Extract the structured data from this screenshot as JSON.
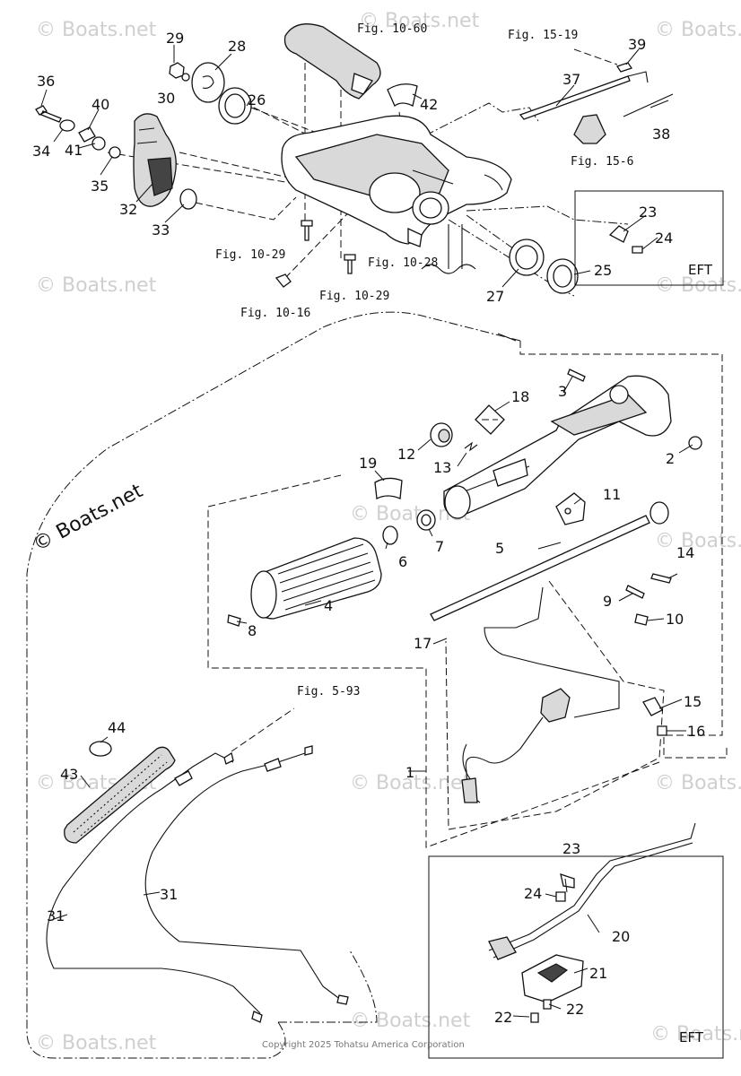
{
  "diagram": {
    "part_numbers": [
      {
        "id": "1",
        "label": "1"
      },
      {
        "id": "2",
        "label": "2"
      },
      {
        "id": "3",
        "label": "3"
      },
      {
        "id": "4",
        "label": "4"
      },
      {
        "id": "5",
        "label": "5"
      },
      {
        "id": "6",
        "label": "6"
      },
      {
        "id": "7",
        "label": "7"
      },
      {
        "id": "8",
        "label": "8"
      },
      {
        "id": "9",
        "label": "9"
      },
      {
        "id": "10",
        "label": "10"
      },
      {
        "id": "11",
        "label": "11"
      },
      {
        "id": "12",
        "label": "12"
      },
      {
        "id": "13",
        "label": "13"
      },
      {
        "id": "14",
        "label": "14"
      },
      {
        "id": "15",
        "label": "15"
      },
      {
        "id": "16",
        "label": "16"
      },
      {
        "id": "17",
        "label": "17"
      },
      {
        "id": "18",
        "label": "18"
      },
      {
        "id": "19",
        "label": "19"
      },
      {
        "id": "20",
        "label": "20"
      },
      {
        "id": "21",
        "label": "21"
      },
      {
        "id": "22a",
        "label": "22"
      },
      {
        "id": "22b",
        "label": "22"
      },
      {
        "id": "23a",
        "label": "23"
      },
      {
        "id": "23b",
        "label": "23"
      },
      {
        "id": "24a",
        "label": "24"
      },
      {
        "id": "24b",
        "label": "24"
      },
      {
        "id": "25",
        "label": "25"
      },
      {
        "id": "26",
        "label": "26"
      },
      {
        "id": "27",
        "label": "27"
      },
      {
        "id": "28",
        "label": "28"
      },
      {
        "id": "29",
        "label": "29"
      },
      {
        "id": "30",
        "label": "30"
      },
      {
        "id": "31a",
        "label": "31"
      },
      {
        "id": "31b",
        "label": "31"
      },
      {
        "id": "32",
        "label": "32"
      },
      {
        "id": "33",
        "label": "33"
      },
      {
        "id": "34",
        "label": "34"
      },
      {
        "id": "35",
        "label": "35"
      },
      {
        "id": "36",
        "label": "36"
      },
      {
        "id": "37",
        "label": "37"
      },
      {
        "id": "38",
        "label": "38"
      },
      {
        "id": "39",
        "label": "39"
      },
      {
        "id": "40",
        "label": "40"
      },
      {
        "id": "41",
        "label": "41"
      },
      {
        "id": "42",
        "label": "42"
      },
      {
        "id": "43",
        "label": "43"
      },
      {
        "id": "44",
        "label": "44"
      }
    ],
    "figure_refs": {
      "fig_10_60": "Fig. 10-60",
      "fig_15_19": "Fig. 15-19",
      "fig_15_6": "Fig. 15-6",
      "fig_10_29_a": "Fig. 10-29",
      "fig_10_28": "Fig. 10-28",
      "fig_10_29_b": "Fig. 10-29",
      "fig_10_16": "Fig. 10-16",
      "fig_5_93": "Fig. 5-93"
    },
    "eft_labels": {
      "top": "EFT",
      "bottom": "EFT"
    },
    "watermarks": {
      "main": "© Boats.net",
      "faint": "© Boats.net"
    },
    "copyright": "Copyright 2025 Tohatsu America Corporation"
  }
}
